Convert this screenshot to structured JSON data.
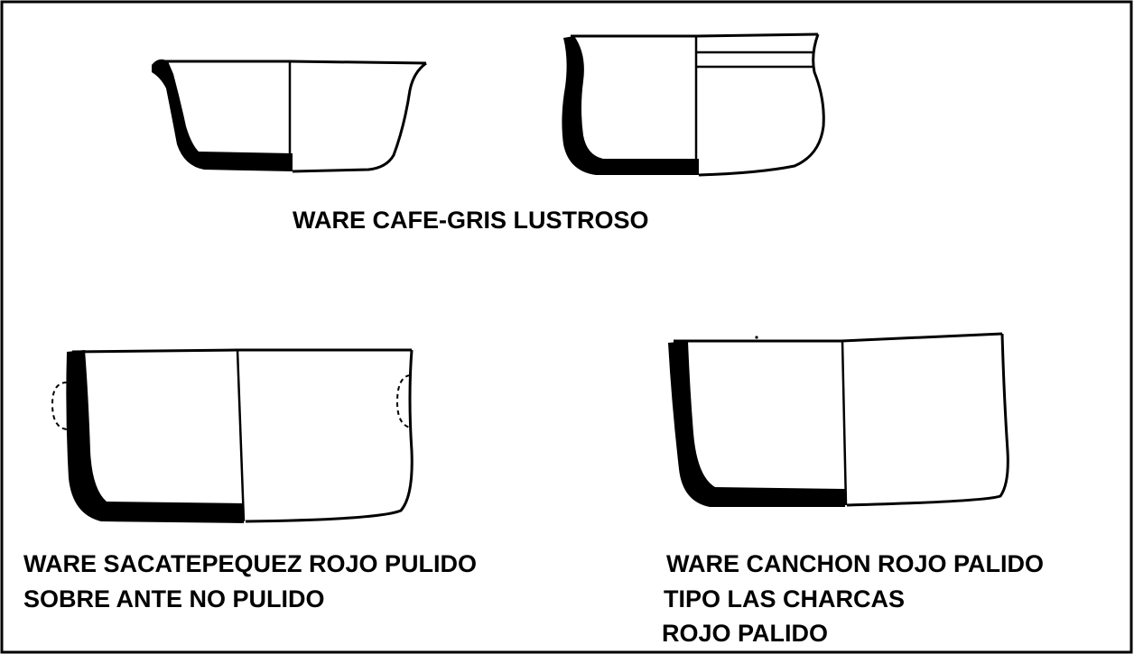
{
  "captions": {
    "top": "WARE CAFE-GRIS LUSTROSO",
    "bottom_left_line1": "WARE SACATEPEQUEZ ROJO PULIDO",
    "bottom_left_line2": "SOBRE ANTE NO PULIDO",
    "bottom_right_line1": "WARE CANCHON ROJO PALIDO",
    "bottom_right_line2": "TIPO LAS CHARCAS",
    "bottom_right_line3": "ROJO PALIDO"
  },
  "colors": {
    "ink": "#000000",
    "paper": "#ffffff",
    "frame": "#000000"
  }
}
